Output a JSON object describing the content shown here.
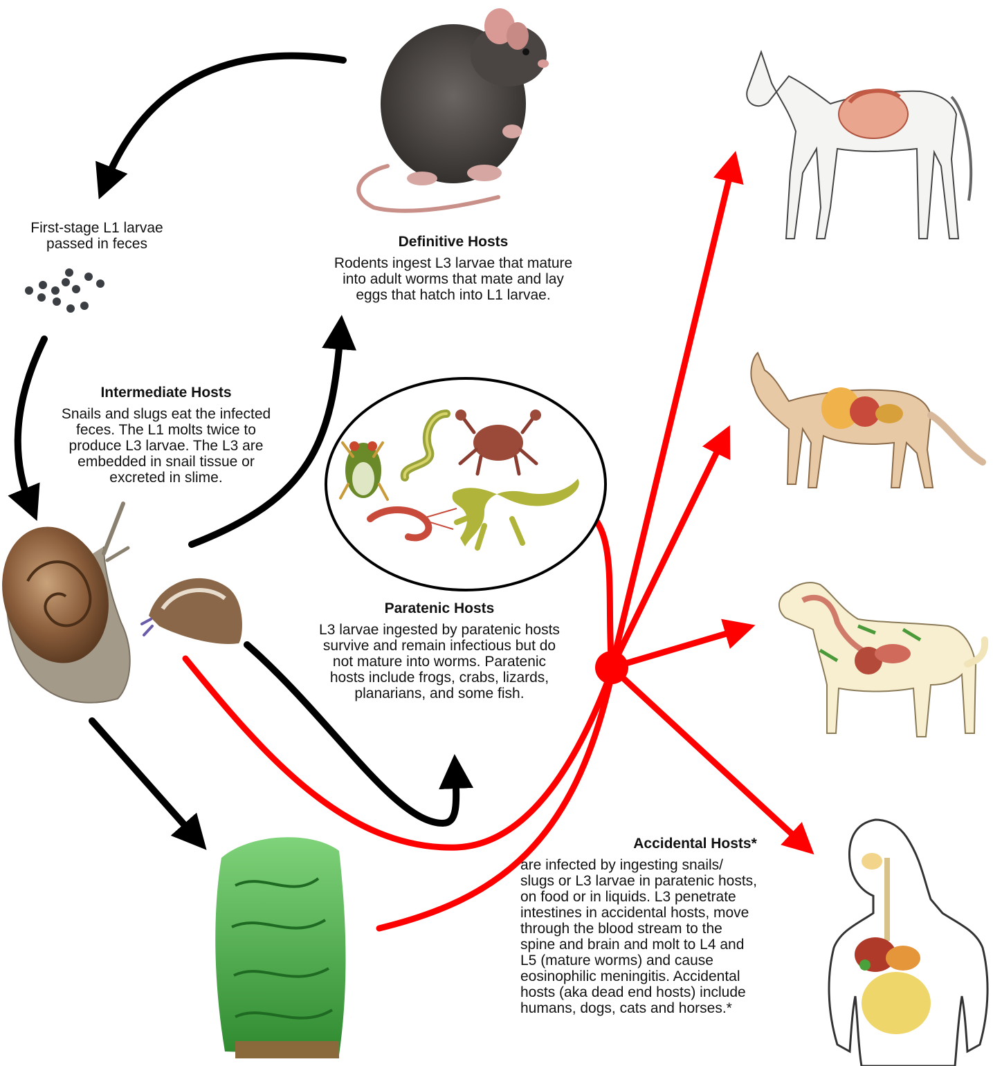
{
  "labels": {
    "l1_larvae": "First-stage L1 larvae\npassed in feces"
  },
  "definitive": {
    "title": "Definitive Hosts",
    "body": "Rodents ingest L3 larvae that mature\ninto adult worms that mate and lay\neggs that hatch into L1 larvae."
  },
  "intermediate": {
    "title": "Intermediate Hosts",
    "body": "Snails and slugs eat the infected\nfeces. The L1 molts twice to\nproduce L3 larvae. The L3 are\nembedded in snail tissue or\nexcreted in slime."
  },
  "paratenic": {
    "title": "Paratenic Hosts",
    "body": "L3 larvae ingested by paratenic hosts\nsurvive and remain infectious but do\nnot mature into worms. Paratenic\nhosts include frogs, crabs, lizards,\nplanarians, and some fish."
  },
  "accidental": {
    "title": "Accidental Hosts*",
    "body": "   are infected by ingesting snails/\nslugs or L3 larvae in paratenic hosts,\non food or in liquids. L3 penetrate\nintestines in accidental hosts, move\nthrough the blood stream to the\nspine and brain and molt to L4 and\nL5 (mature worms) and cause\neosinophilic meningitis. Accidental\nhosts (aka dead end hosts) include\nhumans, dogs, cats and horses.*"
  },
  "colors": {
    "cycle_arrow": "#000000",
    "accidental_arrow": "#ff0000"
  },
  "icons": [
    "rat-icon",
    "larvae-dots-icon",
    "snail-icon",
    "slug-icon",
    "frog-icon",
    "planarian-icon",
    "crab-icon",
    "shrimp-icon",
    "lizard-icon",
    "lettuce-icon",
    "horse-icon",
    "cat-icon",
    "dog-icon",
    "human-icon"
  ]
}
